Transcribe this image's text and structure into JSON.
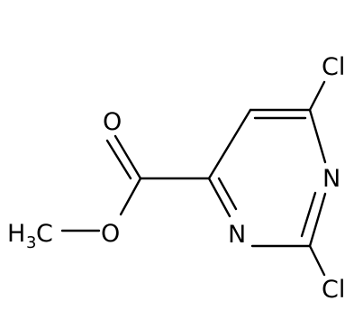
{
  "molecule": {
    "atoms": {
      "cl_top": "Cl",
      "cl_bottom": "Cl",
      "n_ring_upper": "N",
      "n_ring_lower": "N",
      "o_carbonyl": "O",
      "o_ester": "O",
      "methyl_h": "H",
      "methyl_subscript": "3",
      "methyl_c": "C"
    }
  }
}
